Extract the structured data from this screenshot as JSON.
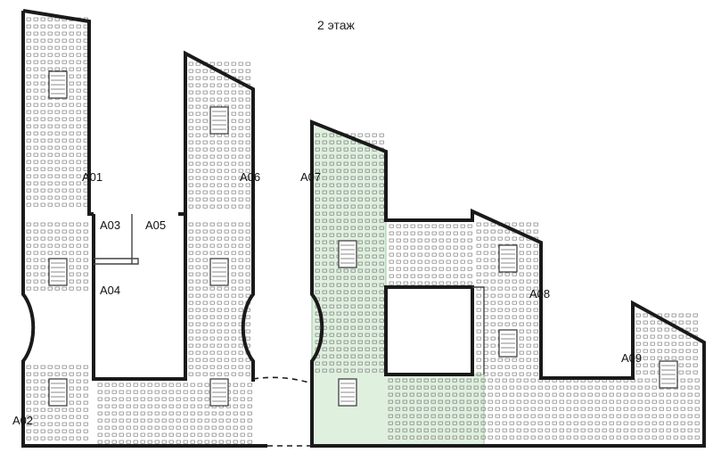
{
  "plan": {
    "floor_title": "2 этаж",
    "highlight_color": "#dff0df",
    "highlight_stroke": "#9cc99c",
    "wall_color": "#1a1a1a",
    "furniture_color": "#6a6a6a",
    "sections": [
      {
        "id": "A01",
        "label": "A01",
        "highlighted": false
      },
      {
        "id": "A02",
        "label": "A02",
        "highlighted": false
      },
      {
        "id": "A03",
        "label": "A03",
        "highlighted": false
      },
      {
        "id": "A04",
        "label": "A04",
        "highlighted": false
      },
      {
        "id": "A05",
        "label": "A05",
        "highlighted": false
      },
      {
        "id": "A06",
        "label": "A06",
        "highlighted": false
      },
      {
        "id": "A07",
        "label": "A07",
        "highlighted": true
      },
      {
        "id": "A08",
        "label": "A08",
        "highlighted": false
      },
      {
        "id": "A09",
        "label": "A09",
        "highlighted": false
      }
    ]
  }
}
